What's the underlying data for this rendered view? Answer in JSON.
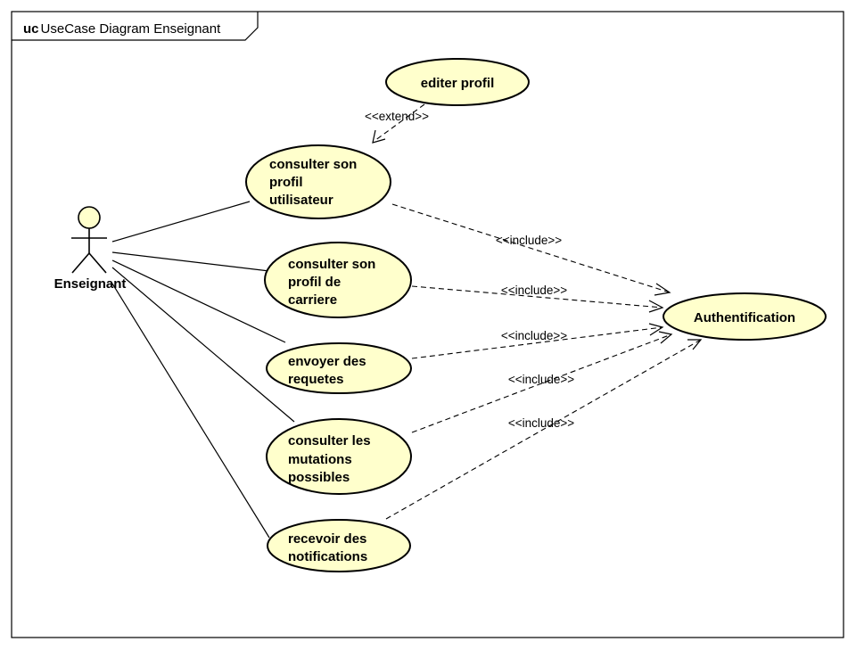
{
  "frame": {
    "keyword": "uc",
    "title": "UseCase Diagram Enseignant"
  },
  "actor": {
    "name": "Enseignant"
  },
  "usecases": {
    "editer_profil": [
      "editer profil"
    ],
    "consulter_profil_utilisateur": [
      "consulter son",
      "profil",
      "utilisateur"
    ],
    "consulter_profil_carriere": [
      "consulter son",
      "profil de",
      "carriere"
    ],
    "envoyer_requetes": [
      "envoyer des",
      "requetes"
    ],
    "consulter_mutations": [
      "consulter les",
      "mutations",
      "possibles"
    ],
    "recevoir_notifications": [
      "recevoir des",
      "notifications"
    ],
    "authentification": [
      "Authentification"
    ]
  },
  "relations": {
    "extend": "<<extend>>",
    "include_1": "<<include>>",
    "include_2": "<<include>>",
    "include_3": "<<include>>",
    "include_4": "<<include>>",
    "include_5": "<<include>>"
  },
  "colors": {
    "usecase_fill": "#FFFFCC",
    "stroke": "#000000",
    "background": "#FFFFFF"
  }
}
